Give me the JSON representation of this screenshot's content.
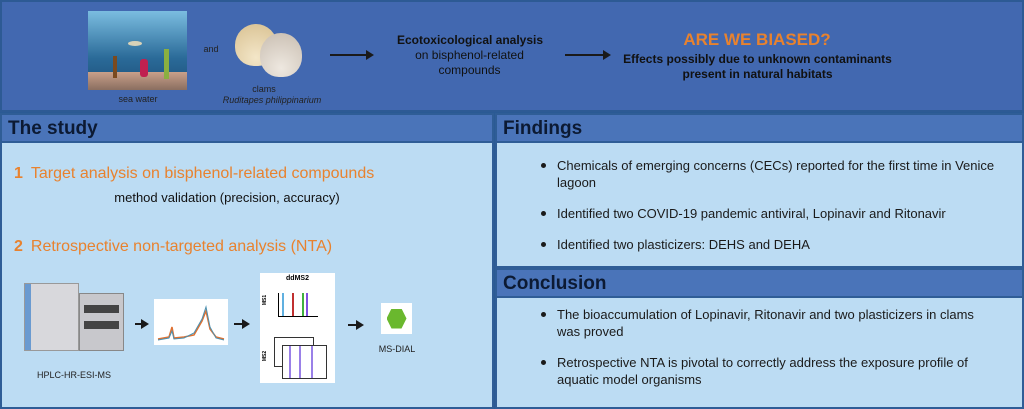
{
  "banner": {
    "sea_water": "sea water",
    "and": "and",
    "clams": "clams",
    "species": "Ruditapes philippinarium",
    "eco_title": "Ecotoxicological analysis",
    "eco_sub": "on bisphenol-related compounds",
    "question": "ARE WE BIASED?",
    "effects": "Effects possibly due to unknown contaminants present in natural habitats"
  },
  "study": {
    "title": "The study",
    "step1_num": "1",
    "step1": "Target analysis on bisphenol-related compounds",
    "step1_sub": "method validation (precision, accuracy)",
    "step2_num": "2",
    "step2": "Retrospective non-targeted analysis (NTA)",
    "instrument": "HPLC-HR-ESI-MS",
    "ddms2": "ddMS2",
    "ms1": "MS1",
    "ms2": "MS2",
    "software": "MS-DIAL"
  },
  "findings": {
    "title": "Findings",
    "items": [
      "Chemicals of emerging concerns (CECs) reported for the first time in Venice lagoon",
      "Identified two COVID-19 pandemic antiviral, Lopinavir and Ritonavir",
      "Identified two plasticizers: DEHS and DEHA"
    ]
  },
  "conclusion": {
    "title": "Conclusion",
    "items": [
      "The bioaccumulation of Lopinavir, Ritonavir and two plasticizers in clams was proved",
      "Retrospective NTA is pivotal to correctly address the exposure profile of aquatic model organisms"
    ]
  }
}
